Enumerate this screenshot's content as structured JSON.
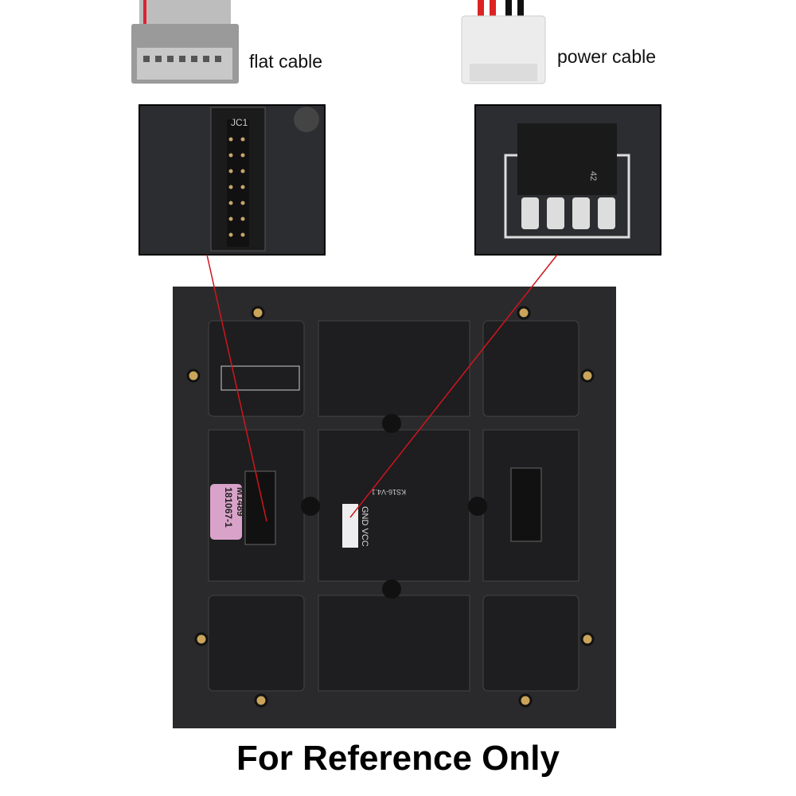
{
  "labels": {
    "flat_cable": "flat cable",
    "power_cable": "power cable"
  },
  "board": {
    "sticker_line1": "181067-1",
    "sticker_line2": "M1489",
    "model": "KS16-V4.1",
    "power_pins": "GND VCC",
    "connector_label": "JC1",
    "power_connector_number": "42"
  },
  "footer": "For Reference Only",
  "colors": {
    "board": "#1c1c1e",
    "frame": "#2a2a2c",
    "pointer_line": "#d0151c",
    "sticker": "#d9a3c9",
    "connector_white": "#eeeeee"
  }
}
